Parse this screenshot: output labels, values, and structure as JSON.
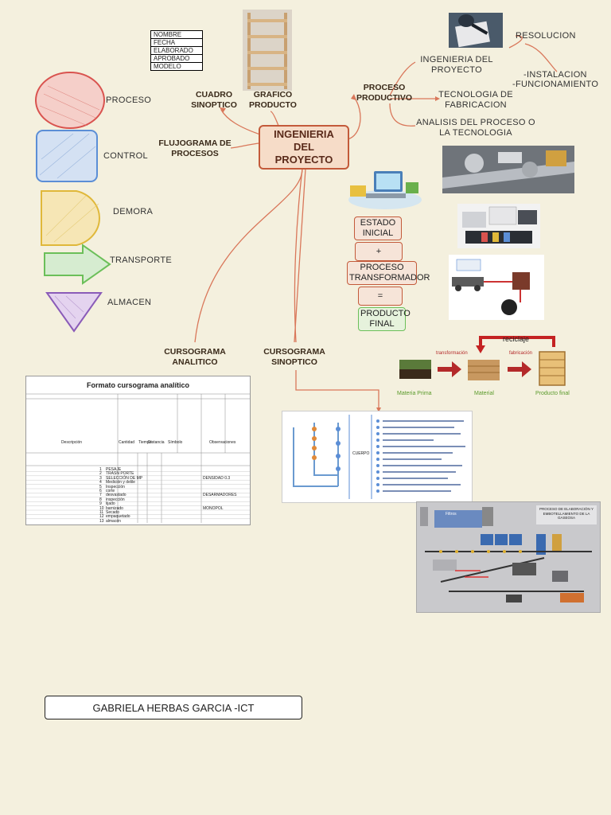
{
  "symbols": [
    {
      "key": "proceso",
      "label": "PROCESO"
    },
    {
      "key": "control",
      "label": "CONTROL"
    },
    {
      "key": "demora",
      "label": "DEMORA"
    },
    {
      "key": "transporte",
      "label": "TRANSPORTE"
    },
    {
      "key": "almacen",
      "label": "ALMACEN"
    }
  ],
  "header_fields": [
    "NOMBRE",
    "FECHA",
    "ELABORADO",
    "APROBADO",
    "MODELO"
  ],
  "central": {
    "title": "INGENIERIA DEL PROYECTO"
  },
  "branches": {
    "cuadro_sinoptico": "CUADRO SINOPTICO",
    "grafico_producto": "GRAFICO PRODUCTO",
    "flujograma": "FLUJOGRAMA DE PROCESOS",
    "proceso_productivo": "PROCESO PRODUCTIVO",
    "cursograma_analitico": "CURSOGRAMA ANALITICO",
    "cursograma_sinoptico": "CURSOGRAMA SINOPTICO"
  },
  "productive": {
    "ingenieria": "INGENIERIA DEL PROYECTO",
    "tecnologia": "TECNOLOGIA DE FABRICACION",
    "analisis": "ANALISIS DEL PROCESO O LA TECNOLOGIA",
    "resolucion": "RESOLUCION",
    "instalacion": "-INSTALACION",
    "funcionamiento": "-FUNCIONAMIENTO"
  },
  "equation": {
    "estado": "ESTADO INICIAL",
    "plus": "+",
    "proceso": "PROCESO TRANSFORMADOR",
    "equals": "=",
    "producto": "PRODUCTO FINAL"
  },
  "recycle": {
    "reciclaje": "reciclaje",
    "transformacion": "transformación",
    "fabricacion": "fabricación",
    "materia": "Materia Prima",
    "material": "Material",
    "producto": "Producto final"
  },
  "cursograma_form": {
    "title": "Formato cursograma analítico",
    "col_headers": [
      "Descripción",
      "Cantidad",
      "Tiempo",
      "Distancia",
      "Símbolo",
      "Observaciones"
    ],
    "rows": [
      {
        "n": "1",
        "d": "PESAJE",
        "obs": ""
      },
      {
        "n": "2",
        "d": "TRASN PORTE",
        "obs": ""
      },
      {
        "n": "3",
        "d": "SELECCIÓN DE MP",
        "obs": "DENSIDAD 0.3"
      },
      {
        "n": "4",
        "d": "Medición y delile",
        "obs": ""
      },
      {
        "n": "5",
        "d": "Inspección",
        "obs": ""
      },
      {
        "n": "6",
        "d": "corte",
        "obs": ""
      },
      {
        "n": "7",
        "d": "desvastado",
        "obs": "DESARMADORES"
      },
      {
        "n": "8",
        "d": "inspección",
        "obs": ""
      },
      {
        "n": "9",
        "d": "lijado",
        "obs": ""
      },
      {
        "n": "10",
        "d": "barnizado",
        "obs": "MONOPOL"
      },
      {
        "n": "11",
        "d": "Secado",
        "obs": ""
      },
      {
        "n": "12",
        "d": "empaquetado",
        "obs": ""
      },
      {
        "n": "13",
        "d": "almacén",
        "obs": ""
      }
    ]
  },
  "sinoptico_doc": {
    "cuerpo": "CUERPO"
  },
  "plant_diagram": {
    "title": "PROCESO DE ELABORACIÓN Y EMBOTELLAMIENTO DE LA GASEOSA",
    "filtros": "Filtros"
  },
  "author": "GABRIELA HERBAS GARCIA -ICT",
  "colors": {
    "background": "#f4f0de",
    "accent": "#c35a3a",
    "proceso": "#d9534f",
    "control": "#5b8ed6",
    "demora": "#e0b83a",
    "transporte": "#6bbf59",
    "almacen": "#8a5bb8"
  }
}
